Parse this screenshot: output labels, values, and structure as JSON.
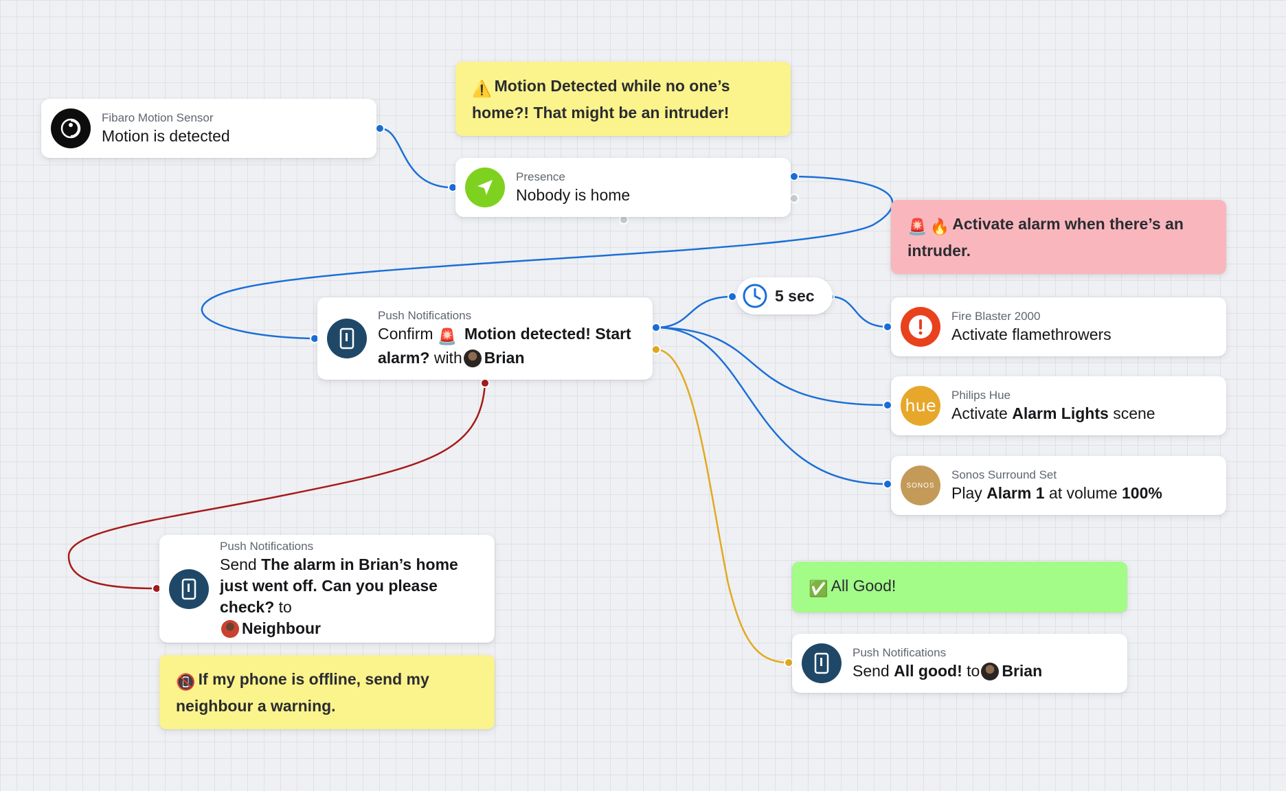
{
  "notes": {
    "intruder_warning": {
      "emoji": "⚠️",
      "text": "Motion Detected while no one’s home?! That might be an intruder!"
    },
    "activate_alarm": {
      "emoji1": "🚨",
      "emoji2": "🔥",
      "text": "Activate alarm when there’s an intruder."
    },
    "all_good": {
      "emoji": "✅",
      "text": "All Good!"
    },
    "phone_offline": {
      "emoji": "📵",
      "text": "If my phone is offline, send my neighbour a warning."
    }
  },
  "nodes": {
    "motion_sensor": {
      "subtitle": "Fibaro Motion Sensor",
      "title": "Motion is detected",
      "icon": "motion-sensor-icon"
    },
    "presence": {
      "subtitle": "Presence",
      "title": "Nobody is home",
      "icon": "location-arrow-icon"
    },
    "confirm_push": {
      "subtitle": "Push Notifications",
      "prefix": "Confirm",
      "emoji": "🚨",
      "message": "Motion detected! Start alarm?",
      "with": "with",
      "user": "Brian",
      "icon": "phone-icon"
    },
    "delay": {
      "label": "5 sec",
      "icon": "clock-icon"
    },
    "fire_blaster": {
      "subtitle": "Fire Blaster 2000",
      "title": "Activate flamethrowers",
      "icon": "alert-icon"
    },
    "philips_hue": {
      "subtitle": "Philips Hue",
      "prefix": "Activate",
      "scene": "Alarm Lights",
      "suffix": "scene",
      "logo": "hue",
      "icon": "hue-logo-icon"
    },
    "sonos": {
      "subtitle": "Sonos Surround Set",
      "prefix": "Play",
      "track": "Alarm 1",
      "middle": "at volume",
      "volume": "100%",
      "logo": "SONOS",
      "icon": "sonos-logo-icon"
    },
    "neighbour_push": {
      "subtitle": "Push Notifications",
      "prefix": "Send",
      "message": "The alarm in Brian’s home just went off. Can you please check?",
      "to": "to",
      "user": "Neighbour",
      "icon": "phone-icon"
    },
    "all_good_push": {
      "subtitle": "Push Notifications",
      "prefix": "Send",
      "message": "All good!",
      "to": "to",
      "user": "Brian",
      "icon": "phone-icon"
    }
  },
  "colors": {
    "wire_default": "#1a6fd8",
    "wire_timeout": "#e2a91e",
    "wire_error": "#a61b1b",
    "note_yellow": "#fbf38c",
    "note_pink": "#f9b7bd",
    "note_green": "#a3fb88",
    "push_icon_bg": "#1f4868",
    "presence_icon_bg": "#7fd11f",
    "fire_icon_bg": "#e8411c",
    "hue_icon_bg": "#e7a72a",
    "sonos_icon_bg": "#c39a58"
  }
}
